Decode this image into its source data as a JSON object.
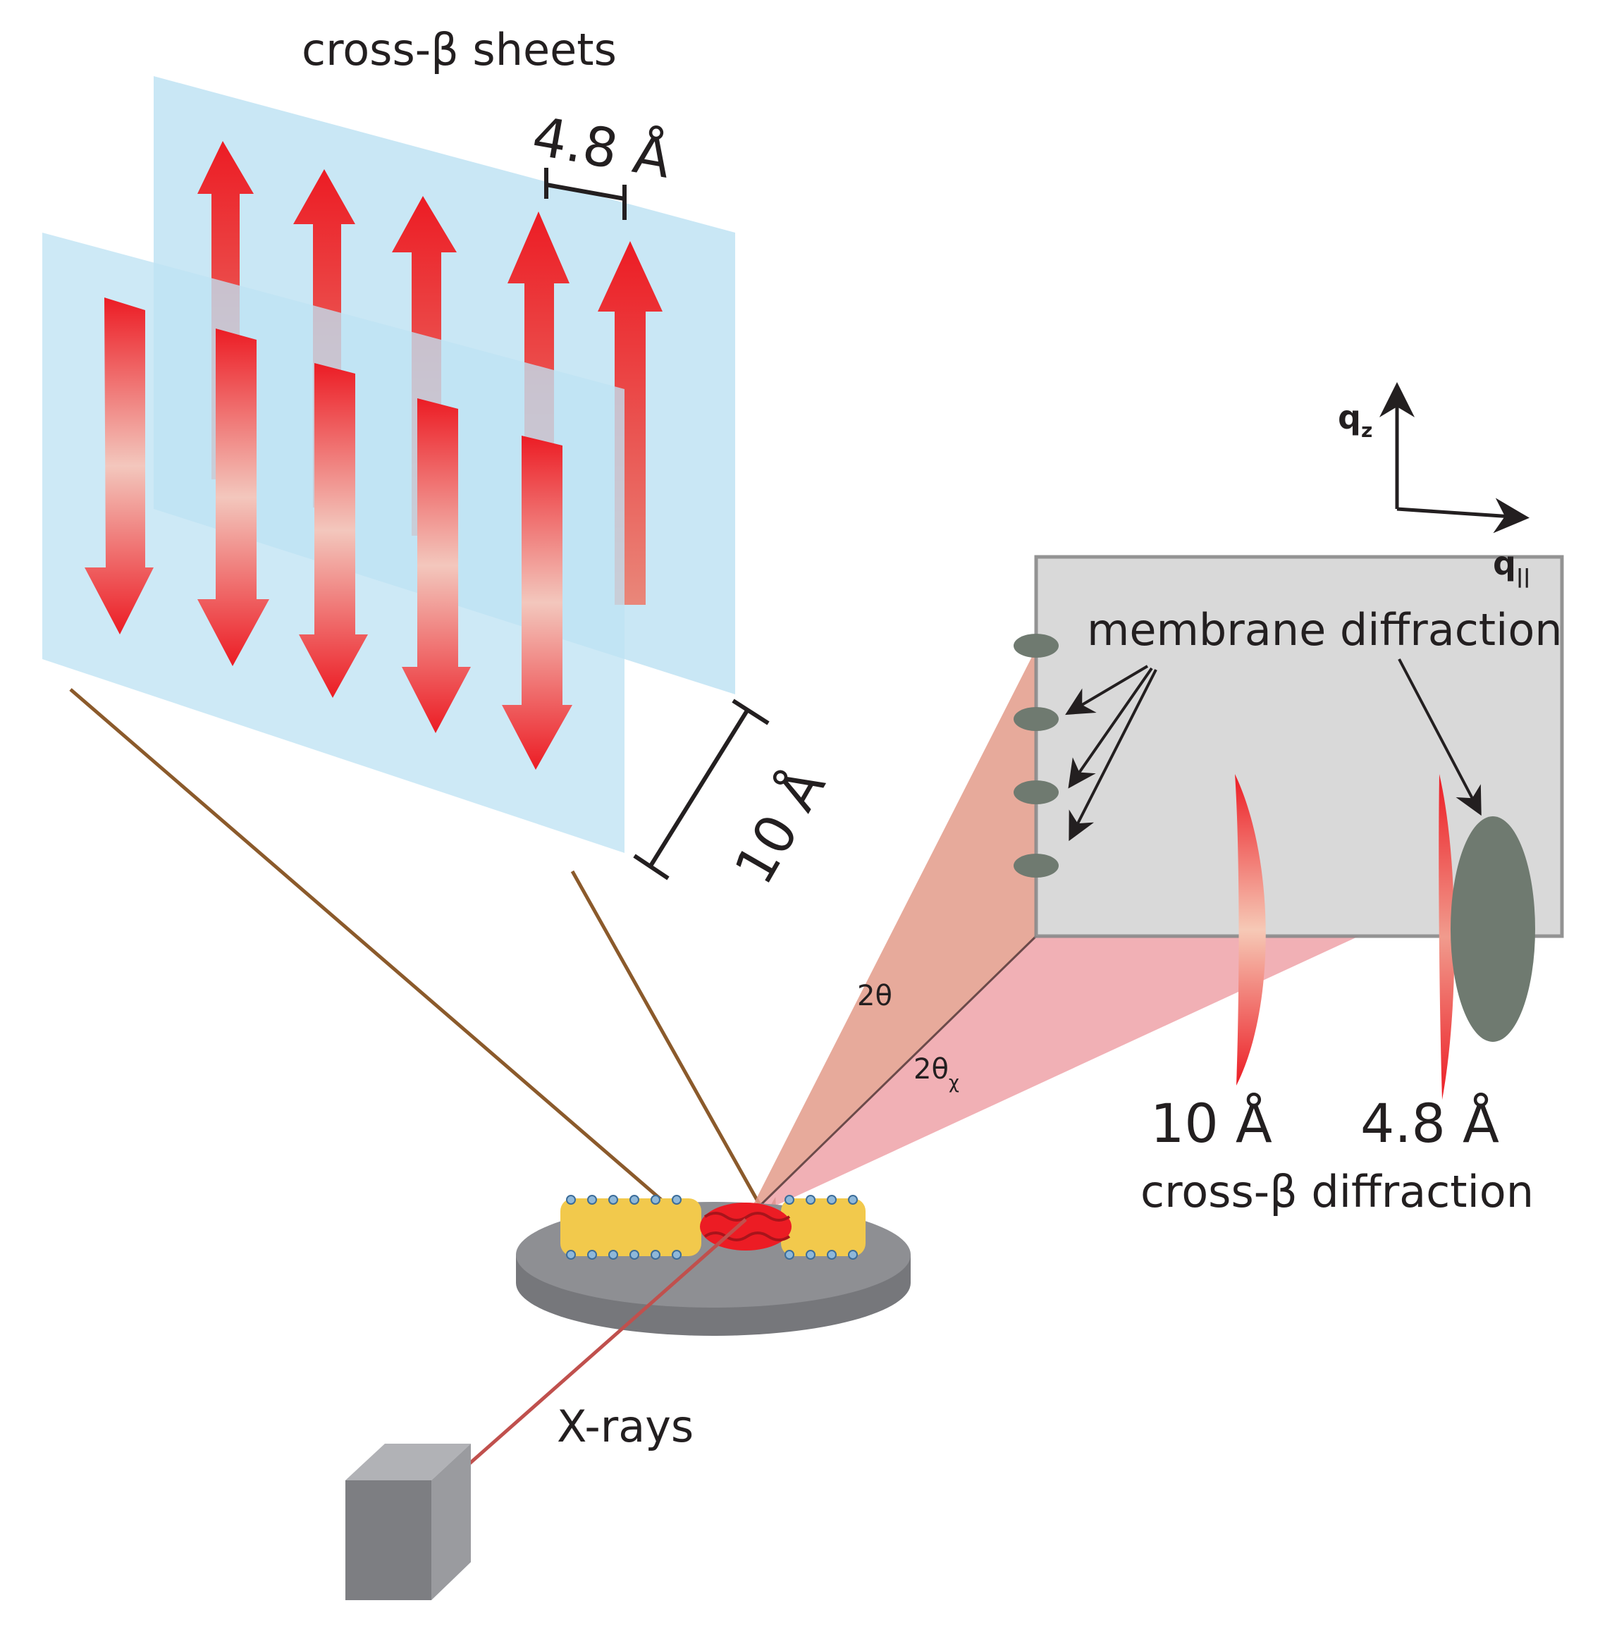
{
  "labels": {
    "cross_beta_sheets": "cross-β sheets",
    "spacing_48": "4.8 Å",
    "spacing_10": "10 Å",
    "axis_qz": "q",
    "axis_qz_sub": "z",
    "axis_qpar": "q",
    "axis_qpar_sub": "||",
    "membrane_diffraction": "membrane diffraction",
    "angle_2theta": "2θ",
    "angle_2theta_chi": "2θ",
    "angle_2theta_chi_sub": "χ",
    "peak_10": "10 Å",
    "peak_48": "4.8 Å",
    "cross_beta_diffraction": "cross-β diffraction",
    "xrays": "X-rays"
  },
  "colors": {
    "sheet_fill": "#bfe3f3",
    "strand_red": "#ec1c24",
    "strand_light": "#f4c8c0",
    "detector_fill": "#d8d8d8",
    "detector_stroke": "#8a8a8a",
    "spot": "#6f7a70",
    "brown_line": "#8b5a2b",
    "beam": "#c0504d",
    "cone_2theta": "#e39b8a",
    "cone_chi": "#eea2a8",
    "lipid_yellow": "#f2c94c",
    "stage_gray": "#8a8b8f",
    "source_gray": "#8e8f93"
  },
  "icons": {
    "strand": "double-arrow-icon",
    "axis": "axis-arrows-icon",
    "source": "xray-source-cube-icon"
  }
}
